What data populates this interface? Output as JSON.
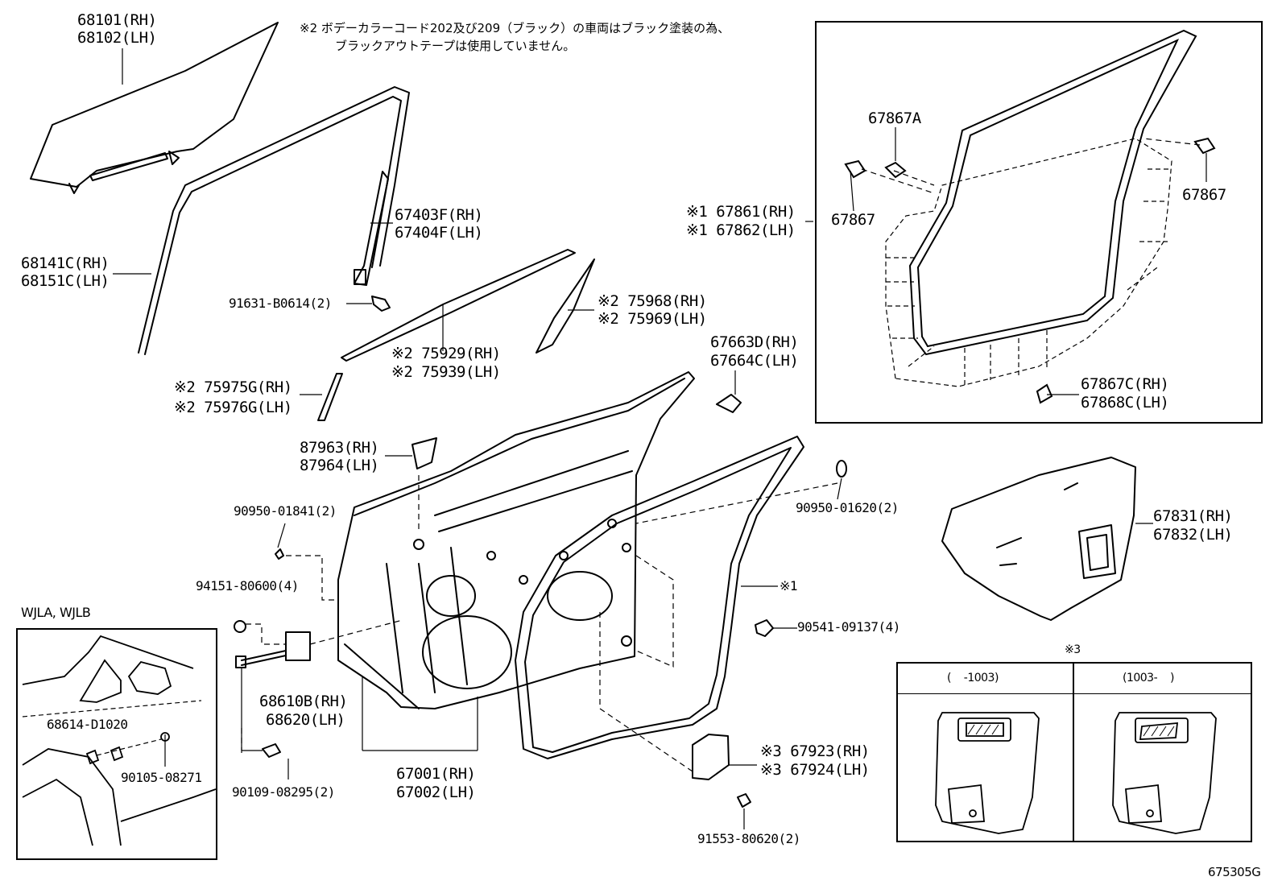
{
  "note": {
    "line1": "※2 ボデーカラーコード202及び209（ブラック）の車両はブラック塗装の為、",
    "line2": "ブラックアウトテープは使用していません。"
  },
  "labels": {
    "p68101": "68101(RH)",
    "p68102": "68102(LH)",
    "p68141": "68141C(RH)",
    "p68151": "68151C(LH)",
    "p67403": "67403F(RH)",
    "p67404": "67404F(LH)",
    "p91631": "91631-B0614(2)",
    "p75968": "※2 75968(RH)",
    "p75969": "※2 75969(LH)",
    "p75929": "※2 75929(RH)",
    "p75939": "※2 75939(LH)",
    "p75975": "※2 75975G(RH)",
    "p75976": "※2 75976G(LH)",
    "p67663": "67663D(RH)",
    "p67664": "67664C(LH)",
    "p87963": "87963(RH)",
    "p87964": "87964(LH)",
    "p90950a": "90950-01841(2)",
    "p90950b": "90950-01620(2)",
    "p94151": "94151-80600(4)",
    "p90541": "90541-09137(4)",
    "mark1": "※1",
    "p68610": "68610B(RH)",
    "p68620": "68620(LH)",
    "p67001": "67001(RH)",
    "p67002": "67002(LH)",
    "p90109": "90109-08295(2)",
    "p67923": "※3 67923(RH)",
    "p67924": "※3 67924(LH)",
    "p91553": "91553-80620(2)",
    "p67867A": "67867A",
    "p67867l": "67867",
    "p67867r": "67867",
    "p67861": "※1 67861(RH)",
    "p67862": "※1 67862(LH)",
    "p67867C": "67867C(RH)",
    "p67868C": "67868C(LH)",
    "p67831": "67831(RH)",
    "p67832": "67832(LH)",
    "inset_title": "WJLA, WJLB",
    "p68614": "68614-D1020",
    "p90105": "90105-08271",
    "mark3": "※3",
    "col1": "(    -1003)",
    "col2": "(1003-    )",
    "fig_id": "675305G"
  }
}
